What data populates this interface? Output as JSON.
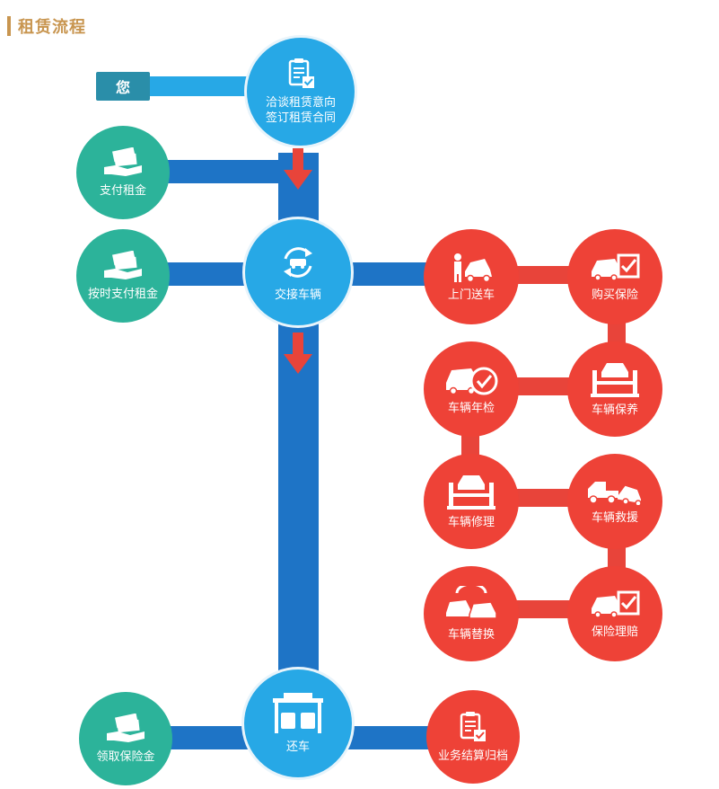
{
  "title": "租赁流程",
  "you_label": "您",
  "main_nodes": {
    "negotiate_line1": "洽谈租赁意向",
    "negotiate_line2": "签订租赁合同",
    "deliver": "交接车辆",
    "return": "还车"
  },
  "payment_nodes": {
    "pay_rent": "支付租金",
    "pay_rent_on_time": "按时支付租金",
    "get_deposit": "领取保险金"
  },
  "service_nodes": {
    "door_delivery": "上门送车",
    "buy_insurance": "购买保险",
    "annual_inspection": "车辆年检",
    "maintenance": "车辆保养",
    "repair": "车辆修理",
    "rescue": "车辆救援",
    "replacement": "车辆替换",
    "insurance_claim": "保险理赔",
    "archive": "业务结算归档"
  },
  "colors": {
    "main_blue": "#27a8e6",
    "line_blue": "#1e74c6",
    "green": "#2cb39a",
    "red": "#ee4237",
    "title": "#c8954f"
  }
}
